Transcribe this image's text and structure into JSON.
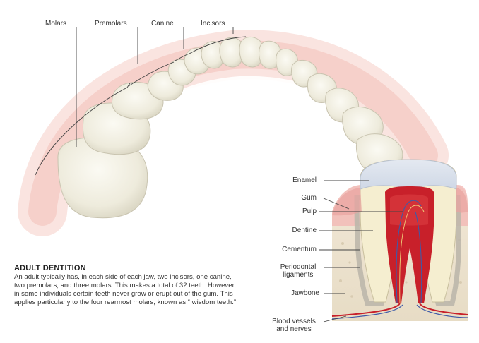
{
  "top_labels": {
    "molars": "Molars",
    "premolars": "Premolars",
    "canine": "Canine",
    "incisors": "Incisors"
  },
  "cross_section_labels": {
    "enamel": "Enamel",
    "gum": "Gum",
    "pulp": "Pulp",
    "dentine": "Dentine",
    "cementum": "Cementum",
    "periodontal_line1": "Periodontal",
    "periodontal_line2": "ligaments",
    "jawbone": "Jawbone",
    "blood_line1": "Blood vessels",
    "blood_line2": "and nerves"
  },
  "description": {
    "title": "ADULT DENTITION",
    "body": "An adult typically has, in each side of each jaw, two incisors, one canine, two premolars, and three molars. This makes a total of 32 teeth. However, in some individuals certain teeth never grow or erupt out of the gum. This applies particularly to the four rearmost molars, known as “ wisdom teeth.”"
  },
  "colors": {
    "tooth": "#f2efe2",
    "gum": "#f4c9c4",
    "pulp": "#c8202a",
    "bone": "#ede3cf"
  }
}
